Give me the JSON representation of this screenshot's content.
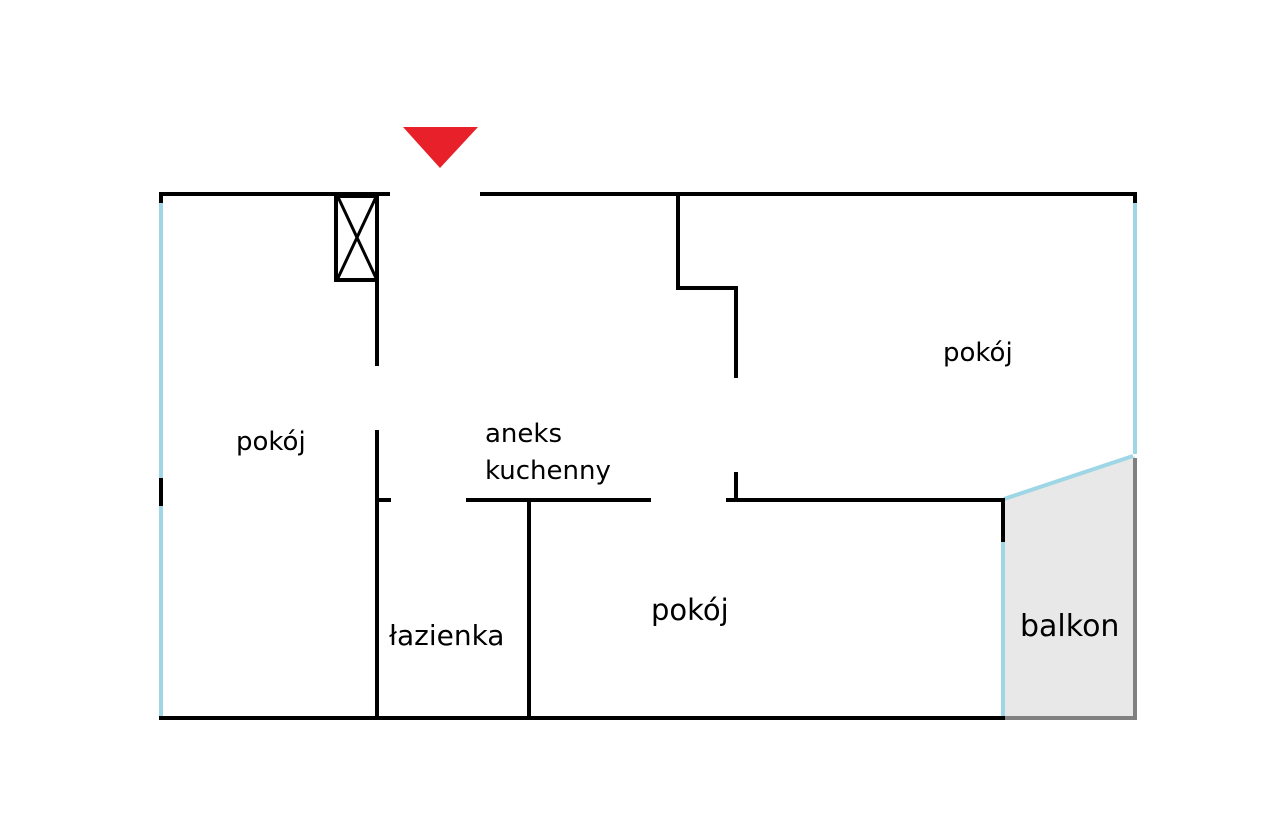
{
  "colors": {
    "wall": "#000000",
    "window": "#9fd6e6",
    "balcony_fill": "#e8e8e8",
    "balcony_edge": "#808080",
    "entrance_marker": "#e8202a"
  },
  "icons": {
    "entrance": "red-triangle-down",
    "ventilation_shaft": "box-with-x"
  },
  "rooms": {
    "left_room": "pokój",
    "kitchen_line1": "aneks",
    "kitchen_line2": "kuchenny",
    "right_room": "pokój",
    "bathroom": "łazienka",
    "bottom_room": "pokój",
    "balcony": "balkon"
  }
}
